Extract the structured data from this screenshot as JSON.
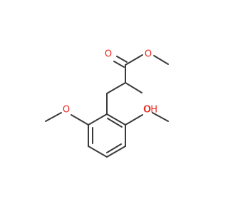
{
  "molecule": {
    "atoms": {
      "o_carbonyl": "O",
      "o_ester": "O",
      "o_hydroxyl": "OH",
      "o_methoxy_left": "O",
      "o_methoxy_right": "O"
    },
    "colors": {
      "bond": "#3a3a3a",
      "heteroatom": "#e8281e",
      "background": "#ffffff"
    }
  }
}
